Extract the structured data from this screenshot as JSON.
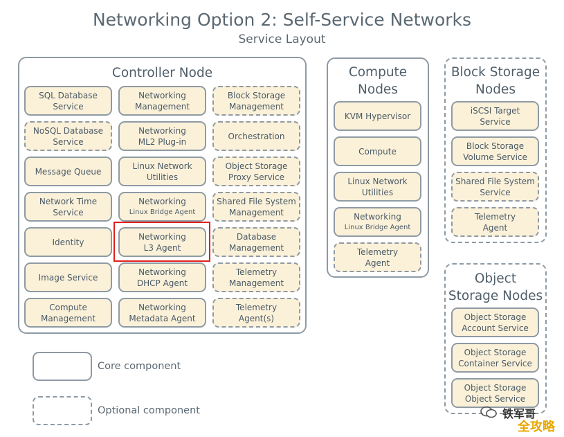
{
  "title": "Networking Option 2: Self-Service Networks",
  "subtitle": "Service Layout",
  "controller": {
    "title": "Controller Node",
    "col1": [
      {
        "lines": [
          "SQL Database",
          "Service"
        ],
        "opt": false
      },
      {
        "lines": [
          "NoSQL Database",
          "Service"
        ],
        "opt": true
      },
      {
        "lines": [
          "Message Queue"
        ],
        "opt": false
      },
      {
        "lines": [
          "Network Time",
          "Service"
        ],
        "opt": false
      },
      {
        "lines": [
          "Identity"
        ],
        "opt": false
      },
      {
        "lines": [
          "Image Service"
        ],
        "opt": false
      },
      {
        "lines": [
          "Compute",
          "Management"
        ],
        "opt": false
      }
    ],
    "col2": [
      {
        "lines": [
          "Networking",
          "Management"
        ],
        "opt": false
      },
      {
        "lines": [
          "Networking",
          "ML2 Plug-in"
        ],
        "opt": false
      },
      {
        "lines": [
          "Linux Network",
          "Utilities"
        ],
        "opt": false
      },
      {
        "lines": [
          "Networking",
          "Linux Bridge Agent"
        ],
        "small2": true,
        "opt": false
      },
      {
        "lines": [
          "Networking",
          "L3 Agent"
        ],
        "opt": false
      },
      {
        "lines": [
          "Networking",
          "DHCP Agent"
        ],
        "opt": false
      },
      {
        "lines": [
          "Networking",
          "Metadata Agent"
        ],
        "opt": false
      }
    ],
    "col3": [
      {
        "lines": [
          "Block Storage",
          "Management"
        ],
        "opt": true
      },
      {
        "lines": [
          "Orchestration"
        ],
        "opt": true
      },
      {
        "lines": [
          "Object Storage",
          "Proxy Service"
        ],
        "opt": true
      },
      {
        "lines": [
          "Shared File System",
          "Management"
        ],
        "opt": true
      },
      {
        "lines": [
          "Database",
          "Management"
        ],
        "opt": true
      },
      {
        "lines": [
          "Telemetry",
          "Management"
        ],
        "opt": true
      },
      {
        "lines": [
          "Telemetry",
          "Agent(s)"
        ],
        "opt": true
      }
    ]
  },
  "compute": {
    "title_lines": [
      "Compute",
      "Nodes"
    ],
    "items": [
      {
        "lines": [
          "KVM Hypervisor"
        ],
        "opt": false
      },
      {
        "lines": [
          "Compute"
        ],
        "opt": false
      },
      {
        "lines": [
          "Linux Network",
          "Utilities"
        ],
        "opt": false
      },
      {
        "lines": [
          "Networking",
          "Linux Bridge Agent"
        ],
        "small2": true,
        "opt": false
      },
      {
        "lines": [
          "Telemetry",
          "Agent"
        ],
        "opt": true
      }
    ]
  },
  "block": {
    "title_lines": [
      "Block Storage",
      "Nodes"
    ],
    "items": [
      {
        "lines": [
          "iSCSI Target",
          "Service"
        ],
        "opt": false
      },
      {
        "lines": [
          "Block Storage",
          "Volume Service"
        ],
        "opt": false
      },
      {
        "lines": [
          "Shared File System",
          "Service"
        ],
        "opt": true
      },
      {
        "lines": [
          "Telemetry",
          "Agent"
        ],
        "opt": true
      }
    ]
  },
  "object": {
    "title_lines": [
      "Object",
      "Storage Nodes"
    ],
    "items": [
      {
        "lines": [
          "Object Storage",
          "Account Service"
        ],
        "opt": false
      },
      {
        "lines": [
          "Object Storage",
          "Container Service"
        ],
        "opt": false
      },
      {
        "lines": [
          "Object Storage",
          "Object Service"
        ],
        "opt": false
      }
    ]
  },
  "legend": {
    "core": "Core component",
    "optional": "Optional component"
  },
  "watermark": {
    "line1": "铁军哥",
    "line2": "全攻略"
  }
}
